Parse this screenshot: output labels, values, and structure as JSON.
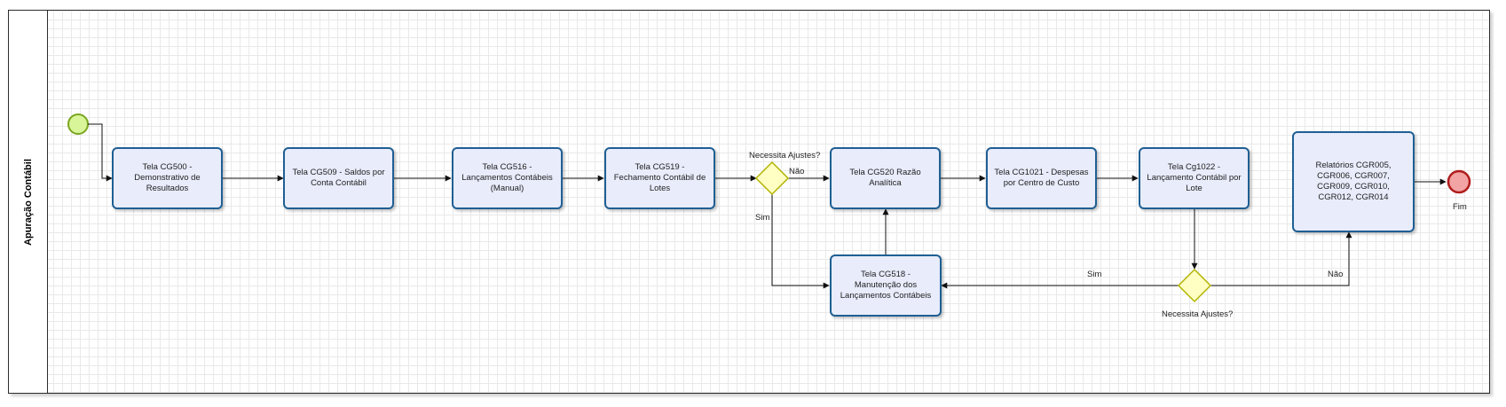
{
  "lane": {
    "title": "Apuração Contábil"
  },
  "tasks": {
    "cg500": "Tela CG500 - Demonstrativo de Resultados",
    "cg509": "Tela CG509 - Saldos por Conta Contábil",
    "cg516": "Tela CG516 - Lançamentos Contábeis (Manual)",
    "cg519": "Tela CG519 - Fechamento Contábil de Lotes",
    "cg520": "Tela CG520 Razão Analítica",
    "cg1021": "Tela CG1021 - Despesas por Centro de Custo",
    "cg1022": "Tela Cg1022 - Lançamento Contábil por Lote",
    "cg518": "Tela CG518 - Manutenção dos Lançamentos Contábeis",
    "relatorios": "Relatórios CGR005, CGR006, CGR007, CGR009, CGR010, CGR012, CGR014"
  },
  "gateways": {
    "g1": {
      "label": "Necessita Ajustes?",
      "yes": "Sim",
      "no": "Não"
    },
    "g2": {
      "label": "Necessita Ajustes?",
      "yes": "Sim",
      "no": "Não"
    }
  },
  "end_event": {
    "label": "Fim"
  },
  "colors": {
    "task_fill": "#e8ecfb",
    "task_border": "#1f5f93",
    "start_fill": "#d9f59a",
    "start_border": "#7aa61f",
    "end_fill": "#f2a3a3",
    "end_border": "#b01c1c",
    "gateway_fill": "#ffffc4",
    "gateway_border": "#b3b300"
  }
}
